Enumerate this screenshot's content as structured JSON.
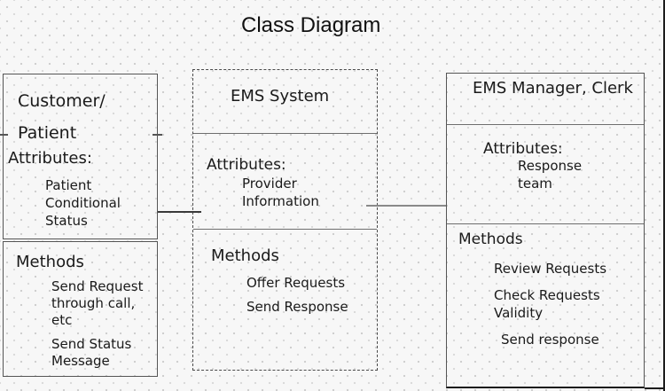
{
  "page_title": "Class Diagram",
  "colors": {
    "background": "#f7f7f7",
    "dot_pattern": "#cdcdcd",
    "box_border": "#555555",
    "text": "#1a1a1a",
    "connector_dark": "#3a3a3a",
    "connector_gray": "#8a8a8a",
    "frame_edge": "#1c1c1c"
  },
  "classes": [
    {
      "name": "Customer/\nPatient",
      "attributes_label": "Attributes:",
      "attributes": [
        "Patient\nConditional\nStatus"
      ],
      "methods_label": "Methods",
      "methods": [
        "Send Request\nthrough call,\netc",
        "Send Status\nMessage"
      ]
    },
    {
      "name": "EMS System",
      "attributes_label": "Attributes:",
      "attributes": [
        "Provider\nInformation"
      ],
      "methods_label": "Methods",
      "methods": [
        "Offer Requests",
        "Send Response"
      ]
    },
    {
      "name": "EMS Manager, Clerk",
      "attributes_label": "Attributes:",
      "attributes": [
        "Response\nteam"
      ],
      "methods_label": "Methods",
      "methods": [
        "Review Requests",
        "Check Requests\nValidity",
        "Send response"
      ]
    }
  ],
  "connectors": [
    {
      "from": "Customer/Patient",
      "to": "EMS System"
    },
    {
      "from": "EMS System",
      "to": "EMS Manager, Clerk"
    }
  ]
}
